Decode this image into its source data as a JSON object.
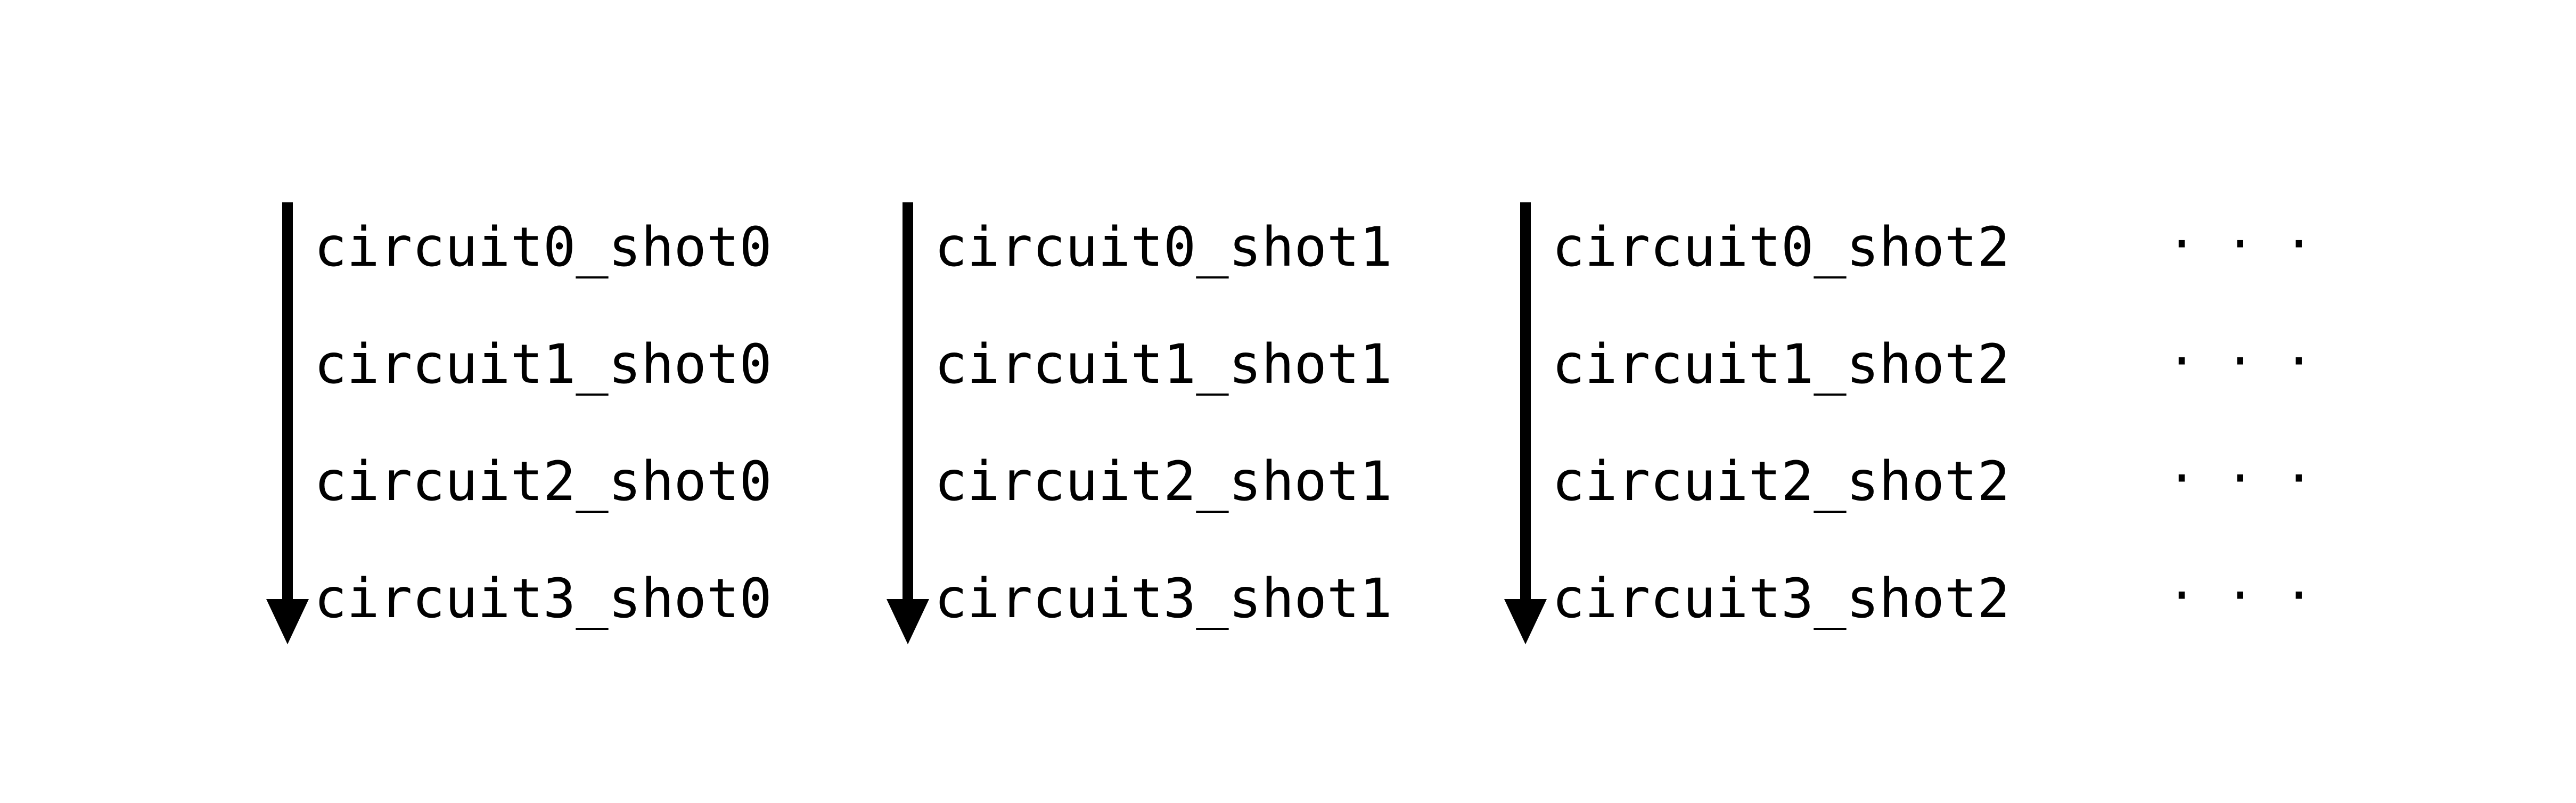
{
  "columns": [
    {
      "cells": [
        "circuit0_shot0",
        "circuit1_shot0",
        "circuit2_shot0",
        "circuit3_shot0"
      ]
    },
    {
      "cells": [
        "circuit0_shot1",
        "circuit1_shot1",
        "circuit2_shot1",
        "circuit3_shot1"
      ]
    },
    {
      "cells": [
        "circuit0_shot2",
        "circuit1_shot2",
        "circuit2_shot2",
        "circuit3_shot2"
      ]
    }
  ],
  "ellipsis": [
    "· · ·",
    "· · ·",
    "· · ·",
    "· · ·"
  ],
  "colors": {
    "text": "#000000",
    "arrow": "#000000",
    "background": "#ffffff"
  }
}
